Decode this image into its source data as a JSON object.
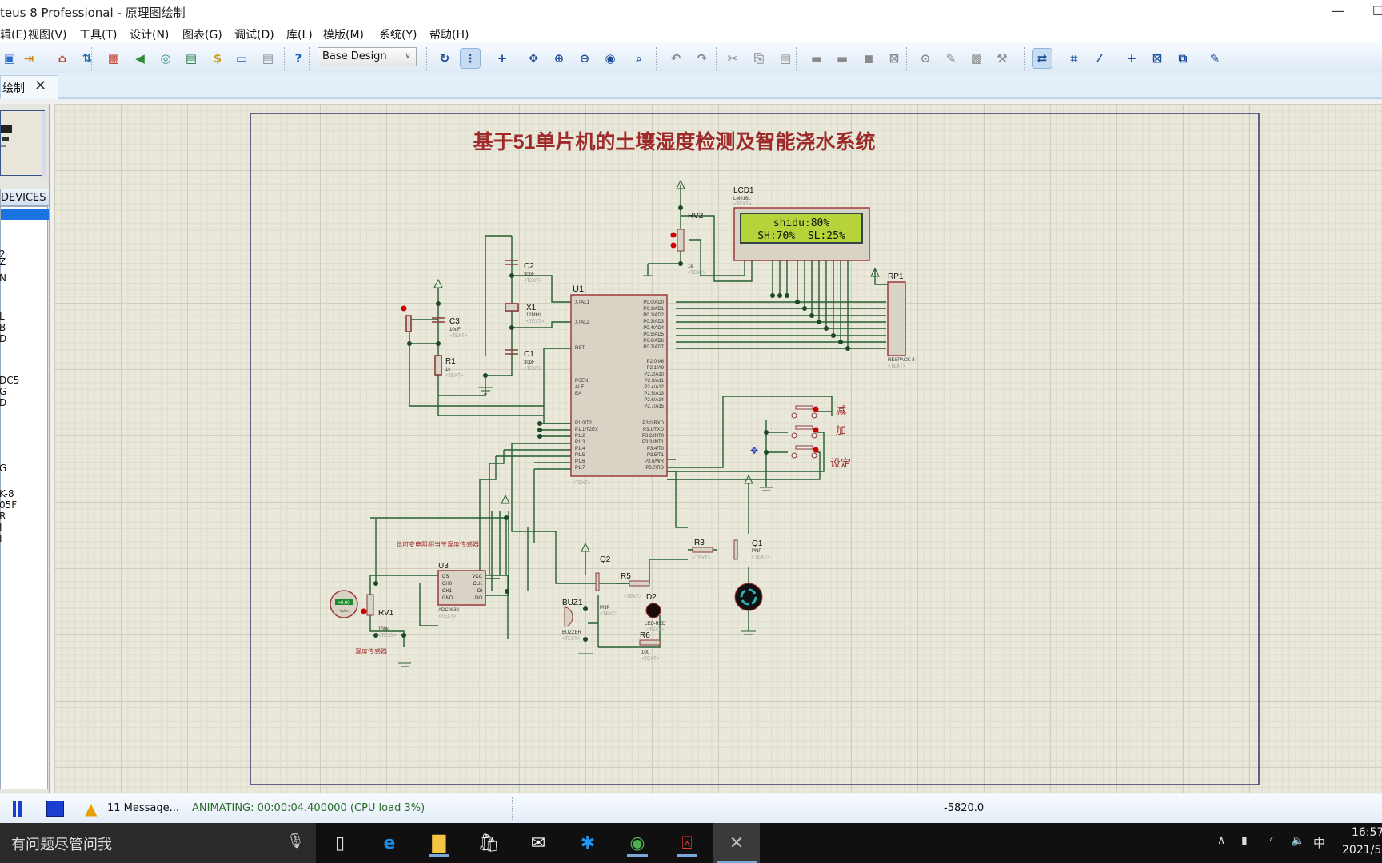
{
  "window": {
    "title": "teus 8 Professional - 原理图绘制",
    "minimize": "—",
    "maximize": "☐"
  },
  "menu": [
    "辑(E)",
    "视图(V)",
    "工具(T)",
    "设计(N)",
    "图表(G)",
    "调试(D)",
    "库(L)",
    "模版(M)",
    "系统(Y)",
    "帮助(H)"
  ],
  "toolbar": {
    "left_icons": [
      "save-icon",
      "exit-icon",
      "home-icon",
      "component-icon",
      "chip-icon",
      "back-icon",
      "inspect-icon",
      "pcb-icon",
      "bom-icon",
      "binary-icon",
      "document-icon",
      "help-icon"
    ],
    "design_select": "Base Design",
    "right_icons": [
      "refresh-icon",
      "grid-icon",
      "origin-icon",
      "pan-icon",
      "zoom-in-icon",
      "zoom-out-icon",
      "zoom-all-icon",
      "zoom-area-icon",
      "undo-icon",
      "redo-icon",
      "cut-icon",
      "copy-icon",
      "paste-icon",
      "block-copy-icon",
      "block-move-icon",
      "block-rotate-icon",
      "block-delete-icon",
      "pick-device-icon",
      "make-device-icon",
      "package-icon",
      "decompose-icon",
      "wire-autoroute-icon",
      "search-tag-icon",
      "property-tool-icon",
      "new-sheet-icon",
      "remove-sheet-icon",
      "exit-to-parent-icon",
      "report-icon"
    ]
  },
  "tab": {
    "label": "绘制",
    "close": "✕"
  },
  "left_panel": {
    "header": "DEVICES",
    "items": [
      "2",
      "Z",
      "N",
      "L",
      "B",
      "D",
      "DC5",
      "G",
      "D",
      "G",
      "K-8",
      "05F",
      "R",
      "I",
      "I"
    ]
  },
  "schematic": {
    "title": "基于51单片机的土壤湿度检测及智能浇水系统",
    "lcd": {
      "ref": "LCD1",
      "part": "LM016L",
      "line1": "shidu:80%",
      "line2": "SH:70%  SL:25%"
    },
    "u1": {
      "ref": "U1",
      "left_pins": [
        "XTAL1",
        "XTAL2",
        "RST",
        "PSEN",
        "ALE",
        "EA",
        "P1.0/T2",
        "P1.1/T2EX",
        "P1.2",
        "P1.3",
        "P1.4",
        "P1.5",
        "P1.6",
        "P1.7"
      ],
      "right_pins": [
        "P0.0/AD0",
        "P0.1/AD1",
        "P0.2/AD2",
        "P0.3/AD3",
        "P0.4/AD4",
        "P0.5/AD5",
        "P0.6/AD6",
        "P0.7/AD7",
        "P2.0/A8",
        "P2.1/A9",
        "P2.2/A10",
        "P2.3/A11",
        "P2.4/A12",
        "P2.5/A13",
        "P2.6/A14",
        "P2.7/A15",
        "P3.0/RXD",
        "P3.1/TXD",
        "P3.2/INT0",
        "P3.3/INT1",
        "P3.4/T0",
        "P3.5/T1",
        "P3.6/WR",
        "P3.7/RD"
      ]
    },
    "parts": {
      "rv2": "RV2",
      "rv2_val": "1k",
      "rp1": "RP1",
      "rp1_part": "RESPACK-8",
      "c2": "C2",
      "c2_val": "30pF",
      "x1": "X1",
      "x1_val": "12MHz",
      "c1": "C1",
      "c1_val": "30pF",
      "c3": "C3",
      "c3_val": "10uF",
      "r1": "R1",
      "r1_val": "1k",
      "u3": "U3",
      "u3_part": "ADC0832",
      "rv1": "RV1",
      "rv1_val": "100k",
      "q2": "Q2",
      "q2_type": "PNP",
      "r5": "R5",
      "buz1": "BUZ1",
      "buz_part": "BUZZER",
      "d2": "D2",
      "d2_part": "LED-RED",
      "r6": "R6",
      "r6_val": "100",
      "r3": "R3",
      "q1": "Q1",
      "q1_type": "PNP",
      "text_tag": "<TEXT>"
    },
    "u3_pins": [
      "CS",
      "CH0",
      "CH1",
      "GND",
      "VCC",
      "CLK",
      "DI",
      "DO"
    ],
    "notes": {
      "sensor_note": "此可变电阻相当于湿度传感器",
      "sensor_label": "湿度传感器",
      "btn_dec": "减",
      "btn_inc": "加",
      "btn_set": "设定",
      "voltmeter": "+0.00",
      "volts": "Volts"
    }
  },
  "status": {
    "messages": "11 Message...",
    "animating": "ANIMATING: 00:00:04.400000 (CPU load 3%)",
    "coord": "-5820.0"
  },
  "taskbar": {
    "search": "有问题尽管问我",
    "ime": "中",
    "time": "16:57",
    "date": "2021/5"
  }
}
